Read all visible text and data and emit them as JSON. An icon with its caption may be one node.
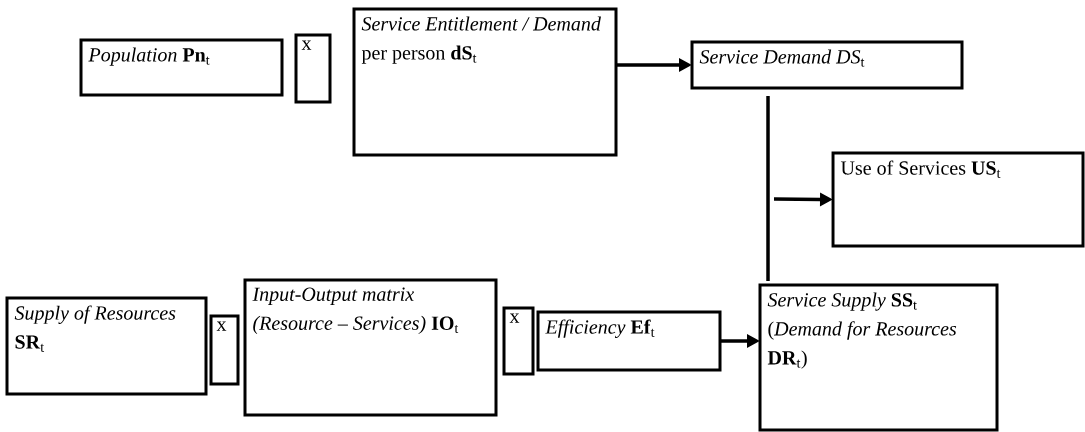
{
  "diagram": {
    "nodes": [
      {
        "text": [
          "*Population* **Pn**$_{t}$"
        ]
      },
      {
        "text": [
          "x"
        ]
      },
      {
        "text": [
          "*Service Entitlement / Demand* per person **dS**$_{t}$"
        ]
      },
      {
        "text": [
          "*Service Demand DS*$_{t}$"
        ]
      },
      {
        "text": [
          "Use of Services **US**$_{t}$"
        ]
      },
      {
        "text": [
          "*Supply of Resources* **SR**$_{t}$"
        ]
      },
      {
        "text": [
          "x"
        ]
      },
      {
        "text": [
          "*Input-Output matrix (Resource – Services)* **IO**$_{t}$"
        ]
      },
      {
        "text": [
          "x"
        ]
      },
      {
        "text": [
          "*Efficiency* **Ef**$_{t}$"
        ]
      },
      {
        "text": [
          "*Service Supply* **SS**$_{t}$ (*Demand for Resources* **DR**$_{t}$)"
        ]
      }
    ],
    "edges": [
      {
        "from": 2,
        "to": 3,
        "arrow": "to"
      },
      {
        "from": 3,
        "to": 10,
        "arrow": "none"
      },
      {
        "from": null,
        "to": 4,
        "arrow": "to"
      },
      {
        "from": 9,
        "to": 10,
        "arrow": "to"
      }
    ]
  }
}
